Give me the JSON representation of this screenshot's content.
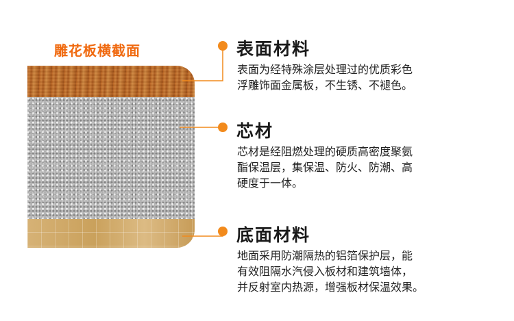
{
  "diagram_title": "雕花板横截面",
  "layers": [
    {
      "heading": "表面材料",
      "desc_lines": [
        "表面为经特殊涂层处理过的优质彩色",
        "浮雕饰面金属板，不生锈、不褪色。"
      ]
    },
    {
      "heading": "芯材",
      "desc_lines": [
        "芯材是经阻燃处理的硬质高密度聚氨",
        "酯保温层，集保温、防火、防潮、高",
        "硬度于一体。"
      ]
    },
    {
      "heading": "底面材料",
      "desc_lines": [
        "地面采用防潮隔热的铝箔保护层，能",
        "有效阻隔水汽侵入板材和建筑墙体，",
        "并反射室内热源，增强板材保温效果。"
      ]
    }
  ],
  "colors": {
    "accent": "#f28a1c",
    "title": "#f06a10"
  }
}
